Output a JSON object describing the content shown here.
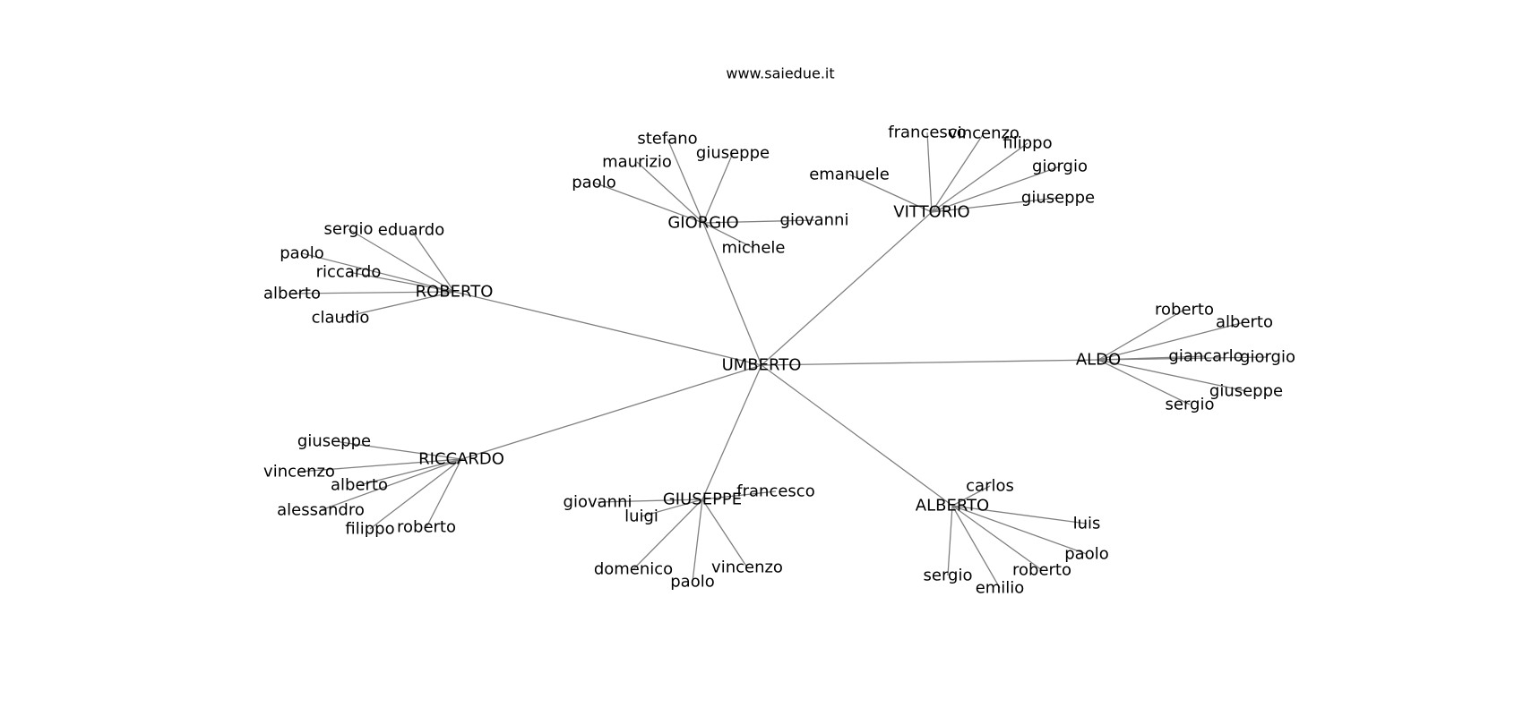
{
  "title": "www.saiedue.it",
  "root": "UMBERTO",
  "branches": [
    {
      "name": "GIORGIO",
      "children": [
        "stefano",
        "giuseppe",
        "maurizio",
        "paolo",
        "giovanni",
        "michele"
      ]
    },
    {
      "name": "VITTORIO",
      "children": [
        "francesco",
        "vincenzo",
        "filippo",
        "giorgio",
        "emanuele",
        "giuseppe"
      ]
    },
    {
      "name": "ROBERTO",
      "children": [
        "sergio",
        "eduardo",
        "paolo",
        "riccardo",
        "alberto",
        "claudio"
      ]
    },
    {
      "name": "ALDO",
      "children": [
        "roberto",
        "alberto",
        "giancarlo",
        "giorgio",
        "giuseppe",
        "sergio"
      ]
    },
    {
      "name": "RICCARDO",
      "children": [
        "giuseppe",
        "vincenzo",
        "alberto",
        "alessandro",
        "filippo",
        "roberto"
      ]
    },
    {
      "name": "GIUSEPPE",
      "children": [
        "francesco",
        "giovanni",
        "luigi",
        "domenico",
        "paolo",
        "vincenzo"
      ]
    },
    {
      "name": "ALBERTO",
      "children": [
        "carlos",
        "luis",
        "paolo",
        "roberto",
        "emilio",
        "sergio"
      ]
    }
  ]
}
